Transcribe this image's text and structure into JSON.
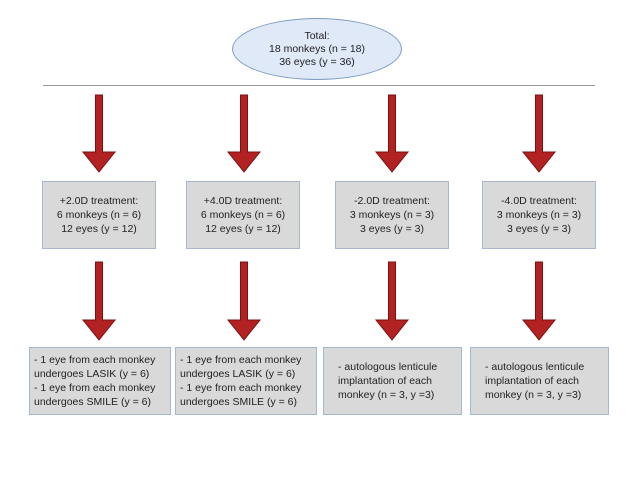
{
  "root": {
    "lines": [
      "Total:",
      "18 monkeys (n = 18)",
      "36 eyes (y = 36)"
    ]
  },
  "groups": [
    {
      "treatment": [
        "+2.0D treatment:",
        "6 monkeys (n = 6)",
        "12 eyes (y = 12)"
      ],
      "procedure": [
        "- 1 eye from each monkey",
        "undergoes LASIK (y = 6)",
        "- 1 eye from each monkey",
        "undergoes SMILE (y = 6)"
      ]
    },
    {
      "treatment": [
        "+4.0D treatment:",
        "6 monkeys (n = 6)",
        "12 eyes (y = 12)"
      ],
      "procedure": [
        "- 1 eye from each monkey",
        "undergoes LASIK (y = 6)",
        "- 1 eye from each monkey",
        "undergoes SMILE (y = 6)"
      ]
    },
    {
      "treatment": [
        "-2.0D treatment:",
        "3 monkeys (n = 3)",
        "3 eyes (y = 3)"
      ],
      "procedure": [
        "- autologous lenticule",
        "implantation of each",
        "monkey (n = 3, y =3)"
      ]
    },
    {
      "treatment": [
        "-4.0D treatment:",
        "3 monkeys (n = 3)",
        "3 eyes (y = 3)"
      ],
      "procedure": [
        "- autologous lenticule",
        "implantation of each",
        "monkey (n = 3, y =3)"
      ]
    }
  ],
  "colors": {
    "arrow": "#b22222",
    "arrow_edge": "#7a1010",
    "box_fill": "#d9d9d9",
    "box_border": "#a6b7cf",
    "ellipse_fill": "#dfe9f7",
    "ellipse_border": "#7f9cc3"
  }
}
